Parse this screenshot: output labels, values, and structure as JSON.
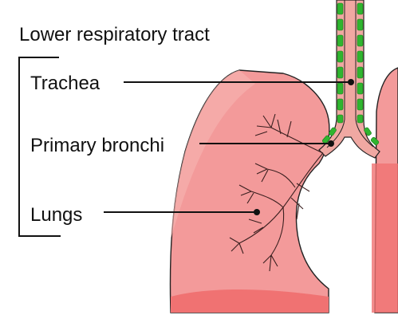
{
  "title": "Lower respiratory tract",
  "labels": {
    "trachea": "Trachea",
    "bronchi": "Primary bronchi",
    "lungs": "Lungs"
  },
  "colors": {
    "lung_fill": "#f39a9a",
    "lung_light": "#f7b5b3",
    "lung_dark": "#f07272",
    "trachea_fill": "#f0a8a2",
    "cartilage": "#2fb52f",
    "outline": "#222222"
  }
}
